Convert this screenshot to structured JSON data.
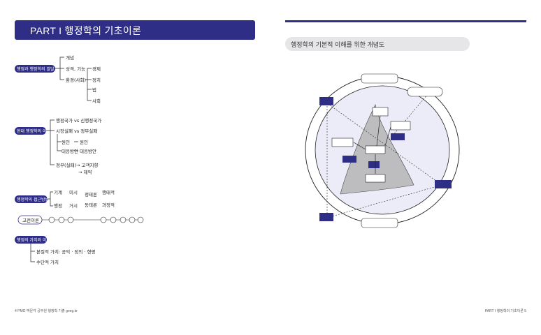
{
  "left": {
    "banner_title": "PART I  행정학의 기초이론",
    "footer": "4  PMG 박문각 공무원 행정학 기출 gong.kr"
  },
  "right": {
    "caption": "행정학의 기본적 이해를 위한 개념도",
    "footer": "PART I 행정학의 기초이론  5"
  },
  "colors": {
    "accent": "#2f2e86",
    "caption_bg": "#e6e6e8",
    "triangle": "#b9b9b9",
    "inner_circle": "#e8e8f6"
  }
}
